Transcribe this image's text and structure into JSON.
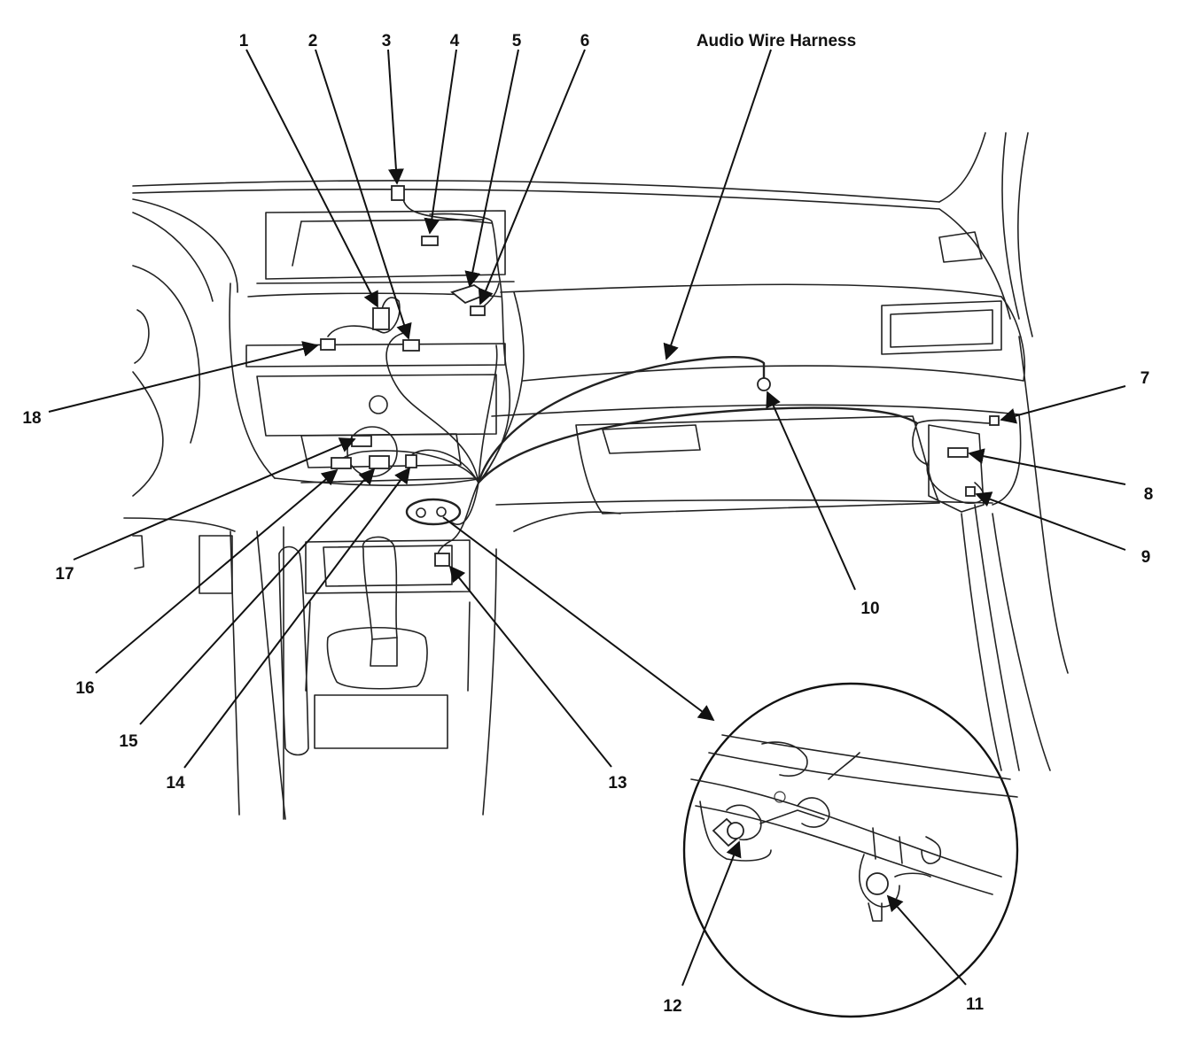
{
  "header": {
    "harness_label": "Audio Wire Harness"
  },
  "callouts": [
    "1",
    "2",
    "3",
    "4",
    "5",
    "6",
    "7",
    "8",
    "9",
    "10",
    "11",
    "12",
    "13",
    "14",
    "15",
    "16",
    "17",
    "18"
  ]
}
